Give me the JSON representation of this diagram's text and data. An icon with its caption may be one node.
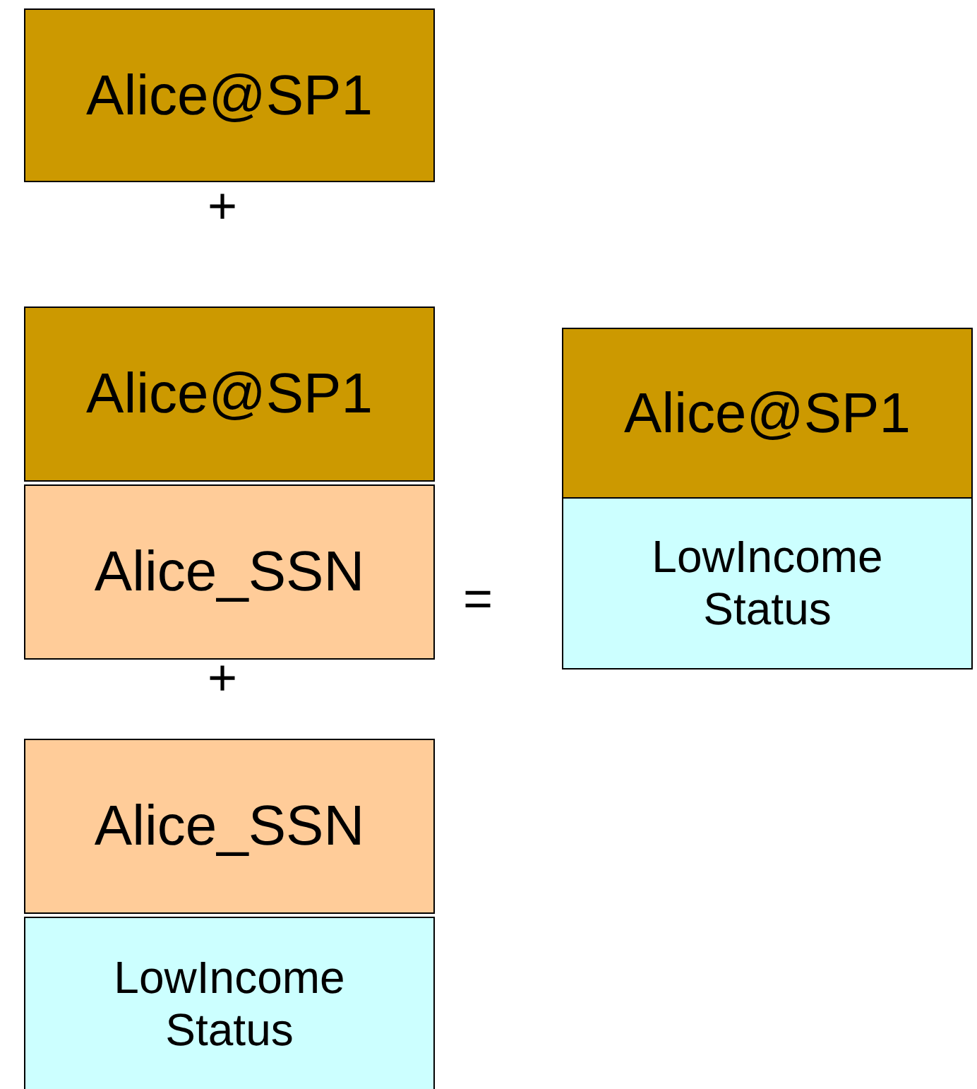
{
  "diagram": {
    "nodes": [
      {
        "text": [
          "Alice@SP1"
        ]
      },
      {
        "text": [
          "Alice@SP1"
        ]
      },
      {
        "text": [
          "Alice_SSN"
        ]
      },
      {
        "text": [
          "Alice@SP1"
        ]
      },
      {
        "text": [
          "LowIncome Status"
        ]
      },
      {
        "text": [
          "Alice_SSN"
        ]
      },
      {
        "text": [
          "LowIncome Status"
        ]
      }
    ],
    "labels": [
      "+",
      "=",
      "+"
    ]
  }
}
